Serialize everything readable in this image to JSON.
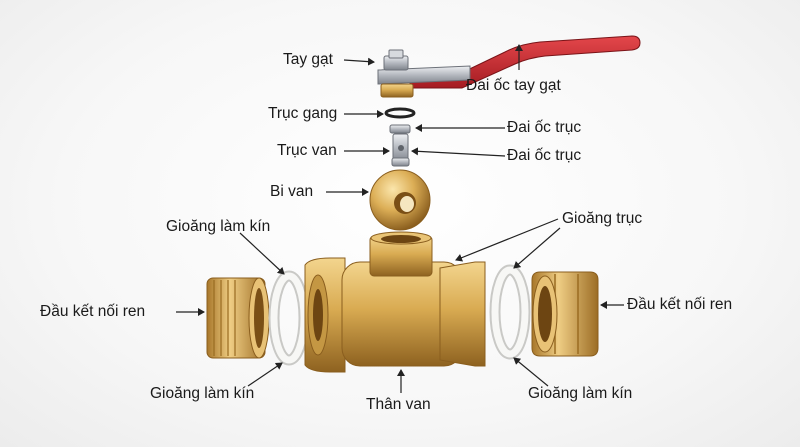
{
  "labels": {
    "tay_gat": "Tay gạt",
    "dai_oc_tay_gat": "Đai ốc tay gạt",
    "truc_gang": "Trục gang",
    "dai_oc_truc_1": "Đai ốc trục",
    "truc_van": "Trục van",
    "dai_oc_truc_2": "Đai ốc trục",
    "bi_van": "Bi van",
    "gioang_lam_kin_top": "Gioăng làm kín",
    "gioang_truc": "Gioăng trục",
    "dau_ket_noi_ren_left": "Đầu kết nối ren",
    "dau_ket_noi_ren_right": "Đầu kết nối ren",
    "gioang_lam_kin_bottom_left": "Gioăng làm kín",
    "than_van": "Thân van",
    "gioang_lam_kin_bottom_right": "Gioăng làm kín"
  },
  "colors": {
    "handle_red": "#c8282d",
    "brass": "#d7a94f",
    "brass_dark": "#9a6c22",
    "steel": "#b9bcc2",
    "seal_white": "#f4f4f2"
  }
}
